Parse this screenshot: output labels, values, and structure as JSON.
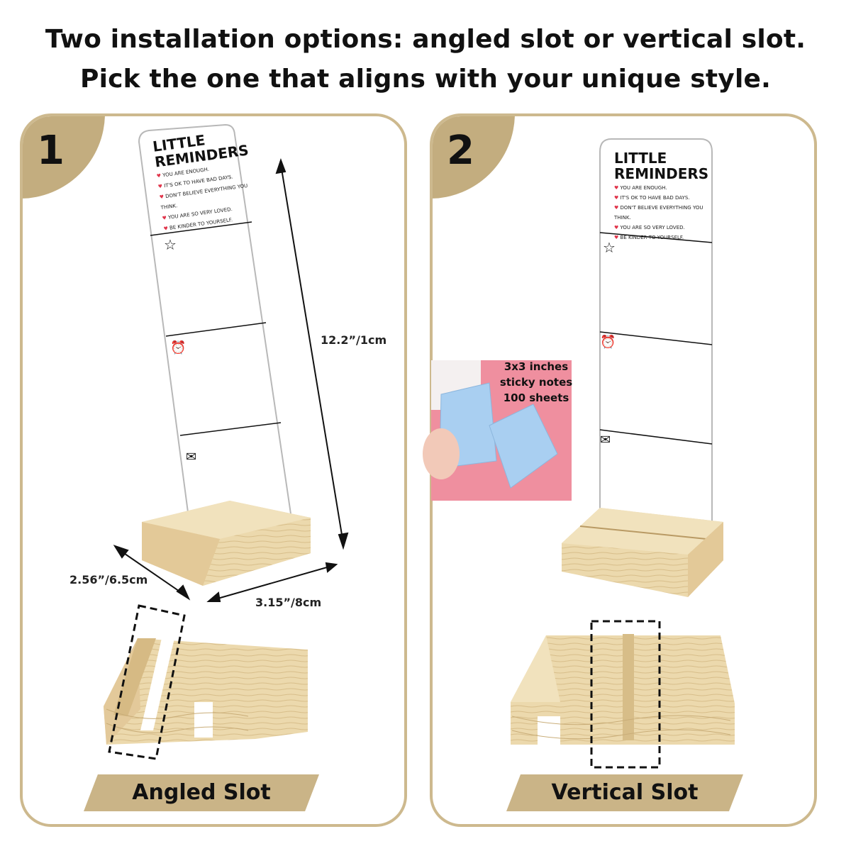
{
  "headline": {
    "line1": "Two installation options: angled slot or vertical slot.",
    "line2": "Pick the one that aligns with your unique style."
  },
  "panels": [
    {
      "number": "1",
      "banner": "Angled Slot",
      "dimensions": {
        "height": "12.2”/1cm",
        "depth": "2.56”/6.5cm",
        "width": "3.15”/8cm"
      }
    },
    {
      "number": "2",
      "banner": "Vertical Slot",
      "sticky_notes": {
        "line1": "3x3 inches",
        "line2": "sticky notes",
        "line3": "100 sheets"
      }
    }
  ],
  "sign": {
    "title_line1": "LITTLE",
    "title_line2": "REMINDERS",
    "reminders": [
      "YOU ARE ENOUGH.",
      "IT'S OK TO HAVE BAD DAYS.",
      "DON'T BELIEVE EVERYTHING YOU THINK.",
      "YOU ARE SO VERY LOVED.",
      "BE KINDER TO YOURSELF."
    ],
    "section_icons": [
      "star-icon",
      "alarm-clock-icon",
      "envelope-icon"
    ]
  },
  "colors": {
    "gold": "#c3ad7f",
    "banner_gold": "#cab487",
    "border_gold": "#cdb98e",
    "wood": "#ecd9ad",
    "wood_dark": "#c9ad78",
    "heart": "#e0344a",
    "sticky_blue": "#a9cff1",
    "pink_bg": "#ef8f9f"
  }
}
